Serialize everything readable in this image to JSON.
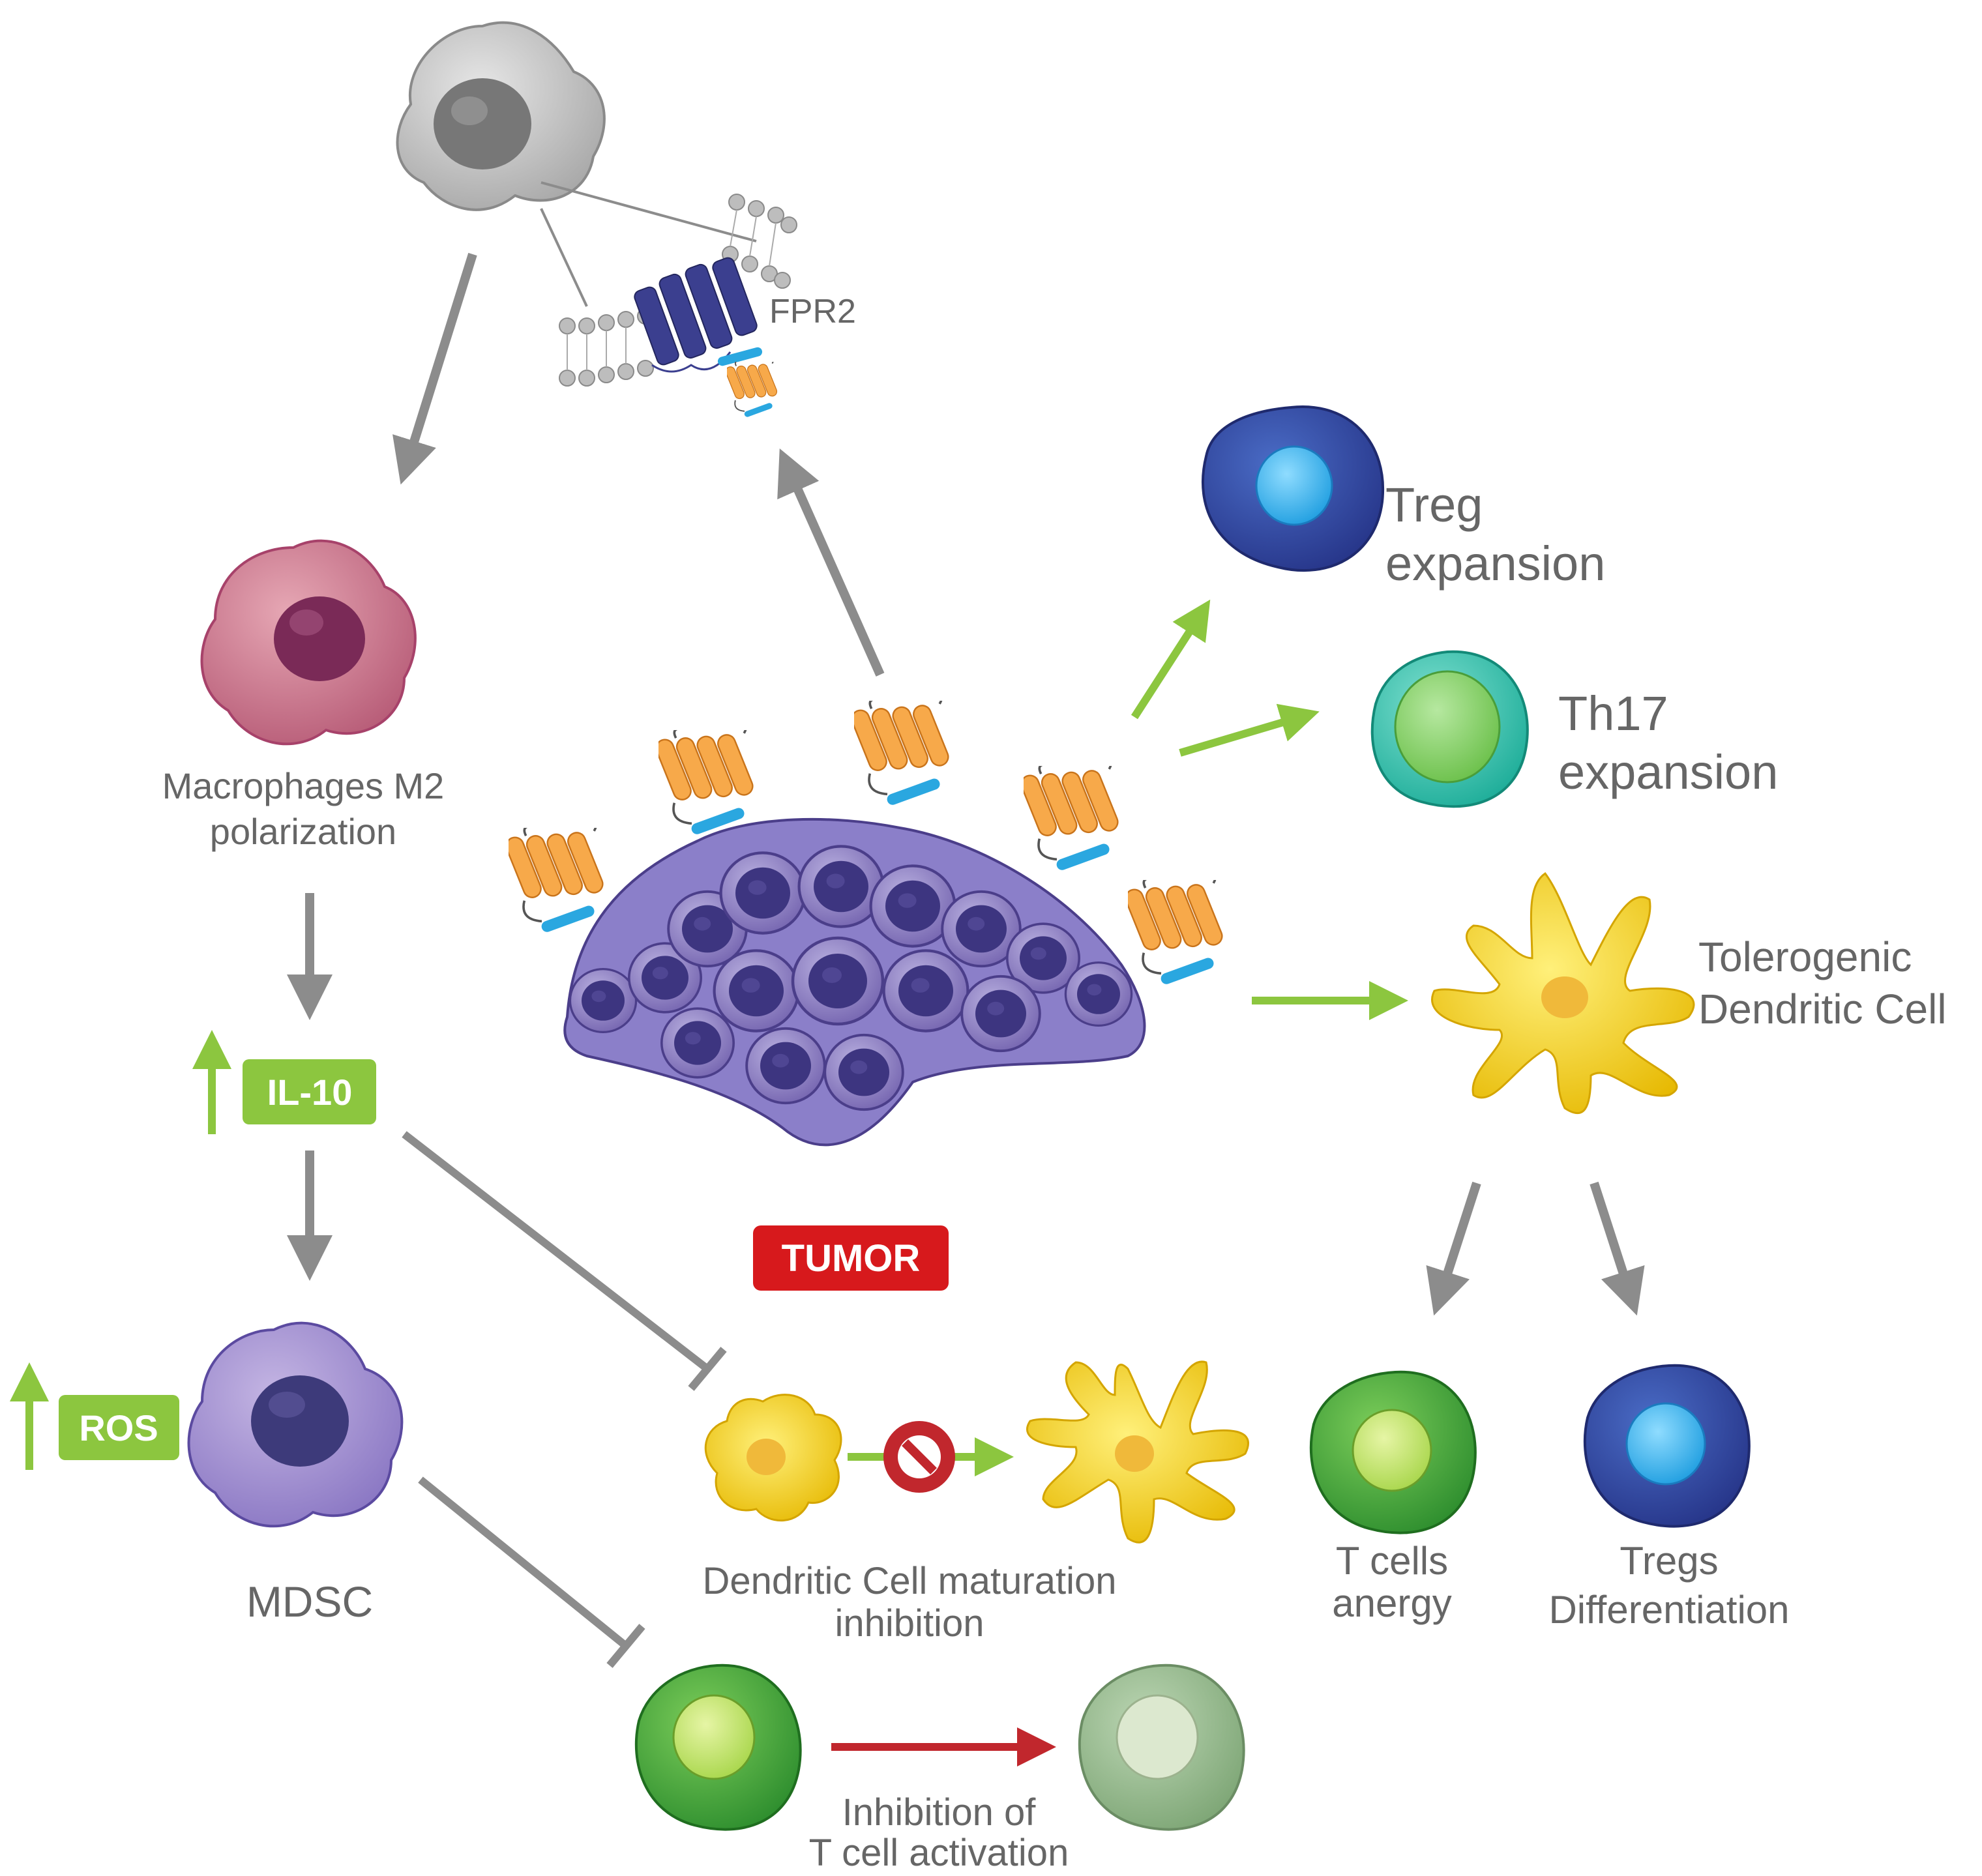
{
  "labels": {
    "fpr2": "FPR2",
    "macrophages_line1": "Macrophages M2",
    "macrophages_line2": "polarization",
    "il10": "IL-10",
    "ros": "ROS",
    "mdsc": "MDSC",
    "tumor": "TUMOR",
    "treg_line1": "Treg",
    "treg_line2": "expansion",
    "th17_line1": "Th17",
    "th17_line2": "expansion",
    "tolerogenic_line1": "Tolerogenic",
    "tolerogenic_line2": "Dendritic Cell",
    "dc_maturation_line1": "Dendritic Cell maturation",
    "dc_maturation_line2": "inhibition",
    "tcell_activation_line1": "Inhibition of",
    "tcell_activation_line2": "T cell activation",
    "tcells_anergy_line1": "T cells",
    "tcells_anergy_line2": "anergy",
    "tregs_diff_line1": "Tregs",
    "tregs_diff_line2": "Differentiation"
  },
  "colors": {
    "gray_arrow": "#8c8c8c",
    "green_arrow": "#8cc63f",
    "red_arrow": "#c1272d",
    "tumor_badge": "#d7191c",
    "green_badge": "#8cc63f",
    "receptor_blue": "#3b3f8f",
    "peptide_orange": "#f7a94a",
    "peptide_blue": "#2aa7e0"
  },
  "icons": {
    "resting_macrophage": "gray-macrophage-icon",
    "m2_macrophage": "pink-macrophage-icon",
    "mdsc_cell": "purple-mdsc-icon",
    "tumor_mass": "tumor-cluster-icon",
    "receptor": "gpcr-receptor-icon",
    "inhibit": "no-entry-icon"
  }
}
